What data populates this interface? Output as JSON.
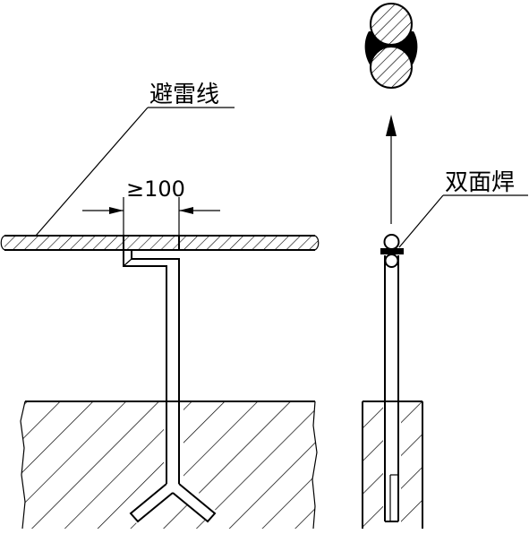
{
  "labels": {
    "lightning_wire": "避雷线",
    "dimension": "≥100",
    "double_side_weld": "双面焊"
  }
}
